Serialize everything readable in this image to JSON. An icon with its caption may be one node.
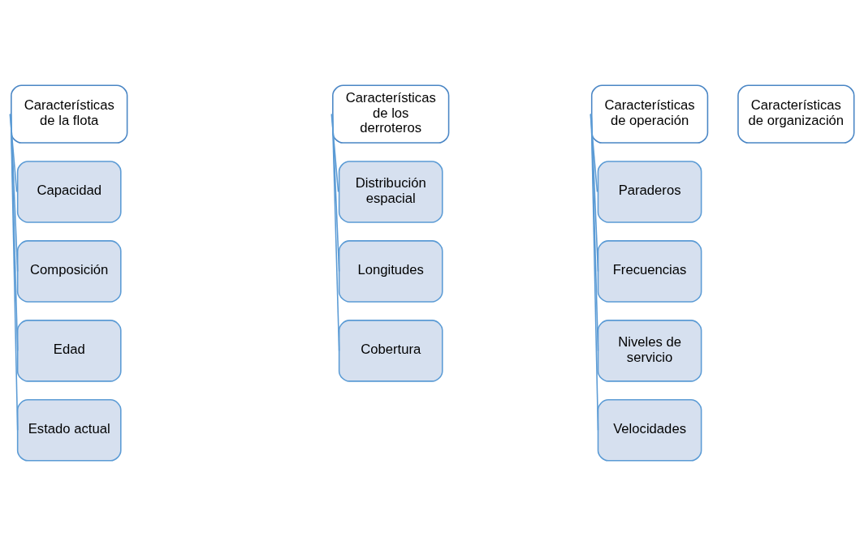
{
  "diagram": {
    "nodes": [
      {
        "text": [
          "Características de la flota"
        ]
      },
      {
        "text": [
          "Capacidad"
        ]
      },
      {
        "text": [
          "Composición"
        ]
      },
      {
        "text": [
          "Edad"
        ]
      },
      {
        "text": [
          "Estado actual"
        ]
      },
      {
        "text": [
          "Características de los derroteros"
        ]
      },
      {
        "text": [
          "Distribución espacial"
        ]
      },
      {
        "text": [
          "Longitudes"
        ]
      },
      {
        "text": [
          "Cobertura"
        ]
      },
      {
        "text": [
          "Características de operación"
        ]
      },
      {
        "text": [
          "Paraderos"
        ]
      },
      {
        "text": [
          "Frecuencias"
        ]
      },
      {
        "text": [
          "Niveles de servicio"
        ]
      },
      {
        "text": [
          "Velocidades"
        ]
      },
      {
        "text": [
          "Características de organización"
        ]
      }
    ],
    "edges": [
      {
        "from": 0,
        "to": 1,
        "arrow": "none"
      },
      {
        "from": 0,
        "to": 2,
        "arrow": "none"
      },
      {
        "from": 0,
        "to": 3,
        "arrow": "none"
      },
      {
        "from": 0,
        "to": 4,
        "arrow": "none"
      },
      {
        "from": 5,
        "to": 6,
        "arrow": "none"
      },
      {
        "from": 5,
        "to": 7,
        "arrow": "none"
      },
      {
        "from": 5,
        "to": 8,
        "arrow": "none"
      },
      {
        "from": 9,
        "to": 10,
        "arrow": "none"
      },
      {
        "from": 9,
        "to": 11,
        "arrow": "none"
      },
      {
        "from": 9,
        "to": 12,
        "arrow": "none"
      },
      {
        "from": 9,
        "to": 13,
        "arrow": "none"
      }
    ]
  }
}
